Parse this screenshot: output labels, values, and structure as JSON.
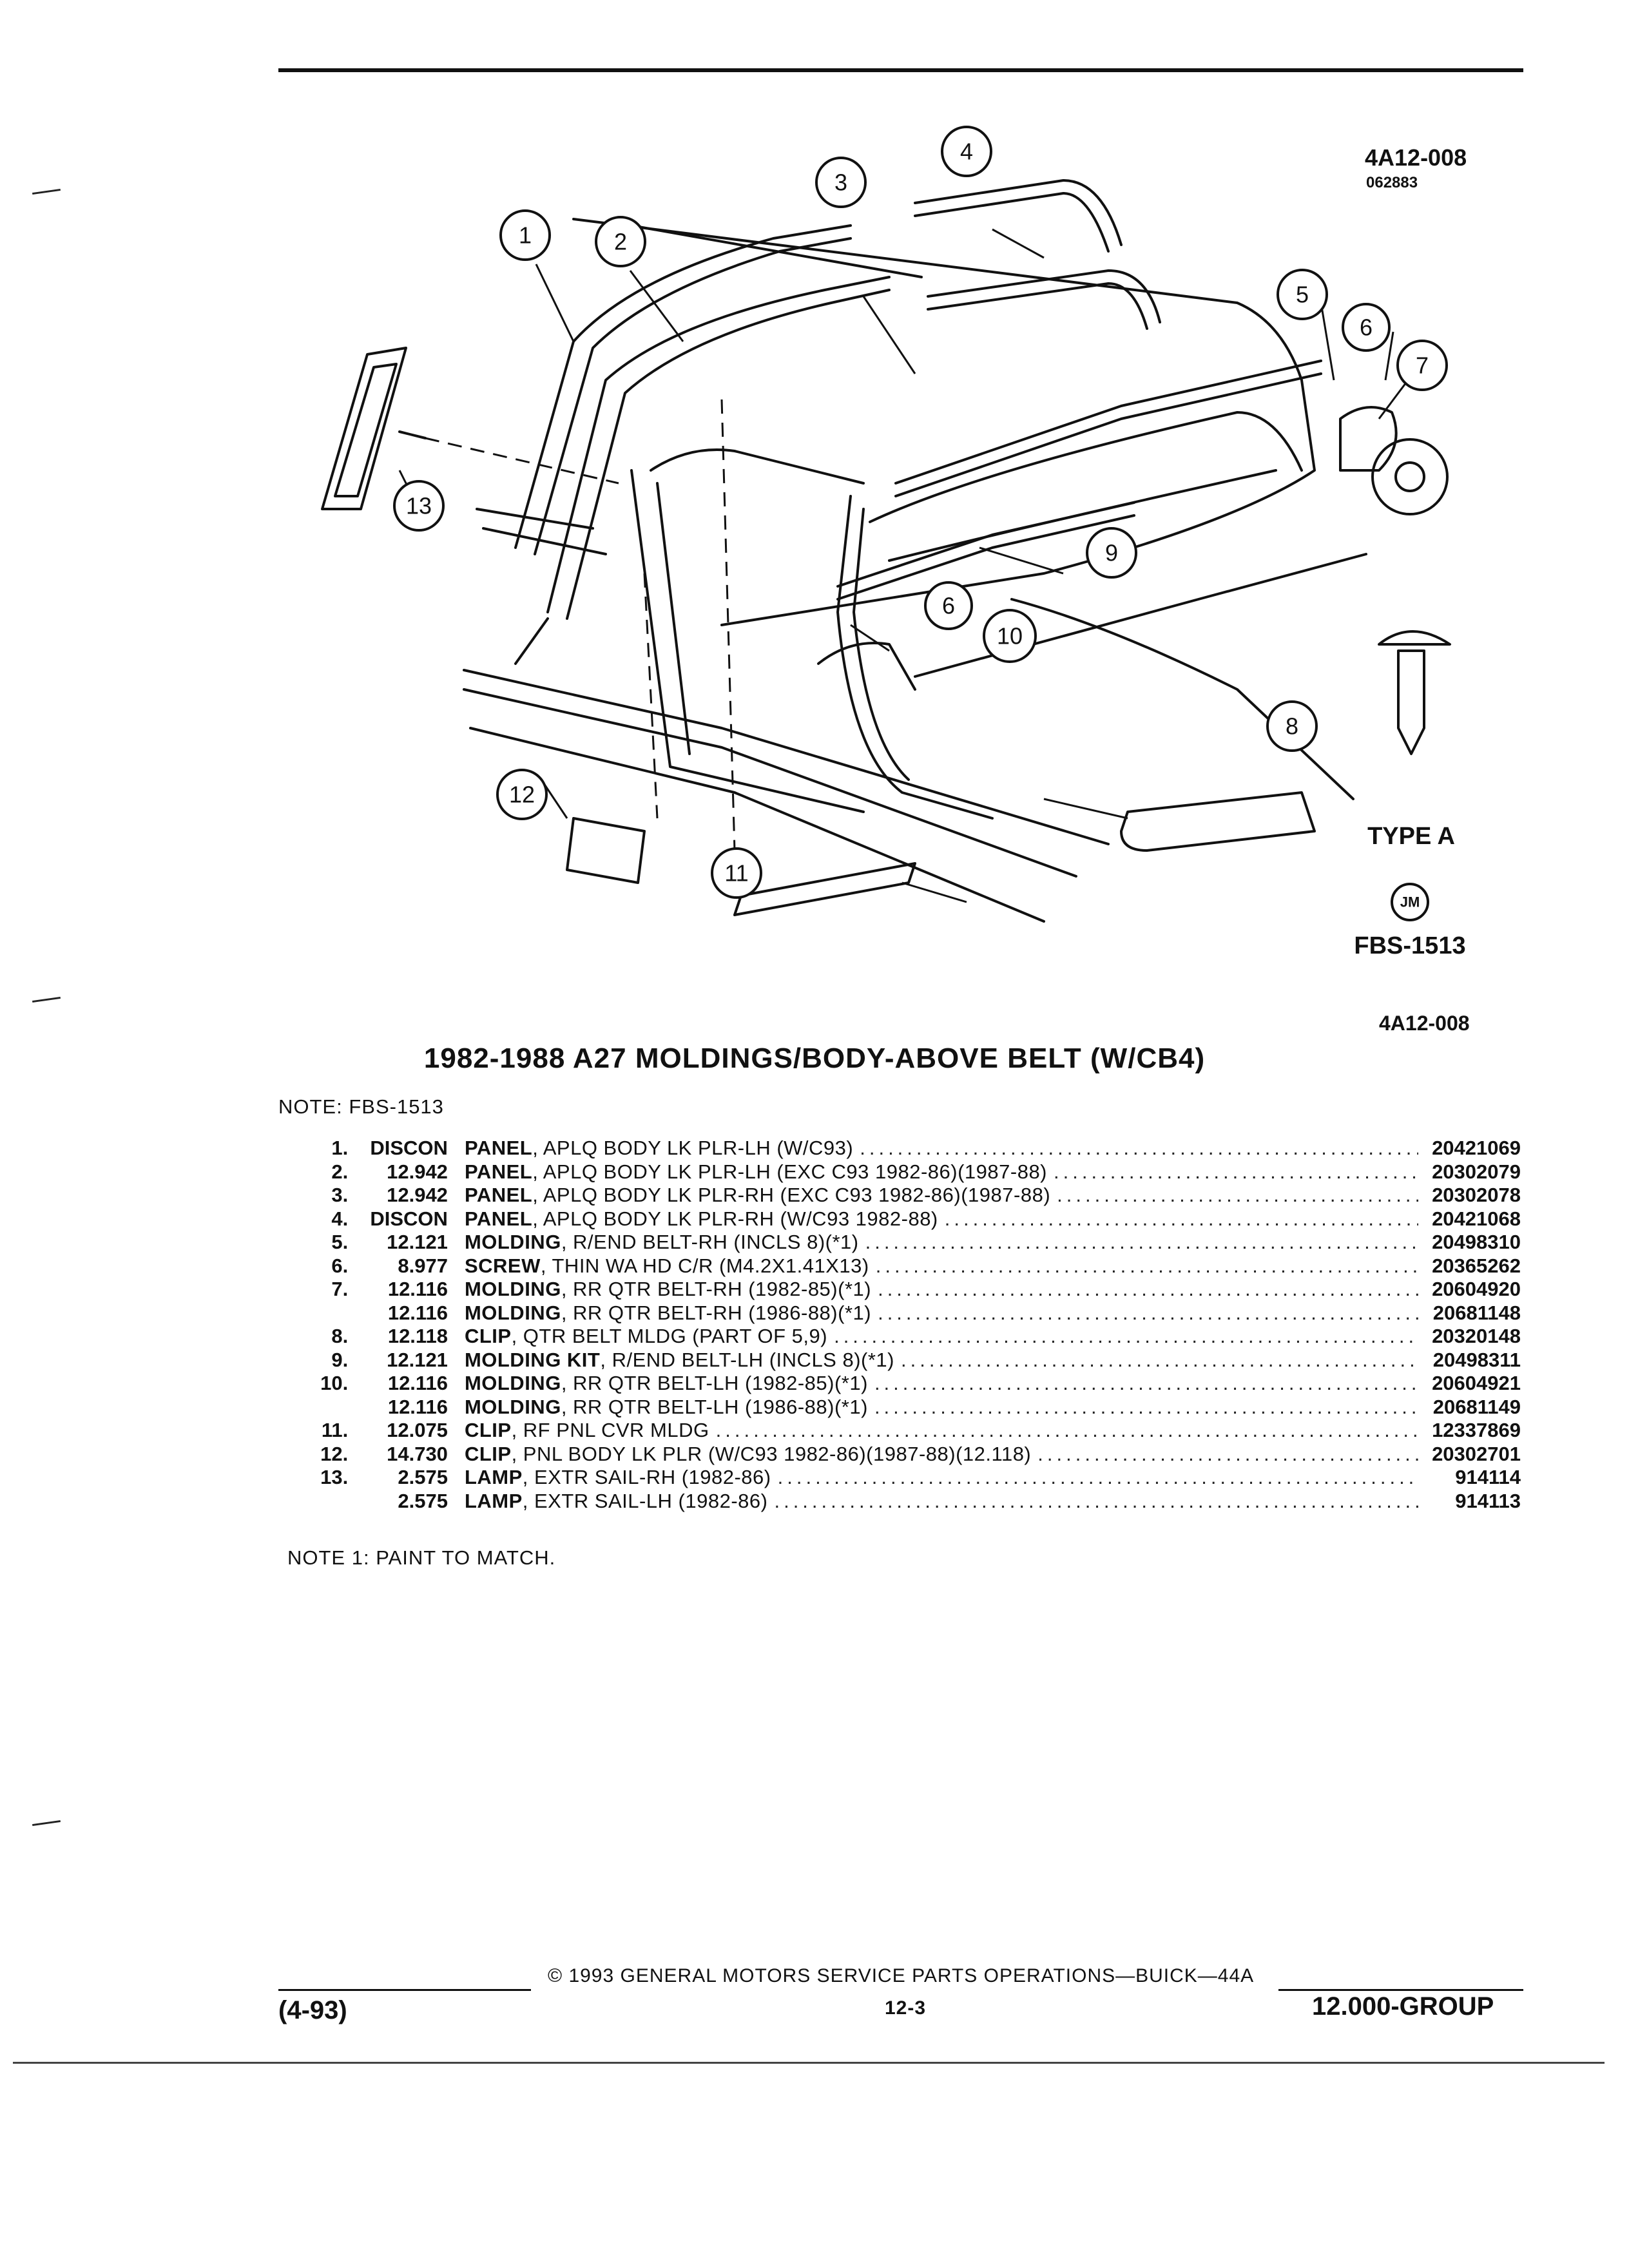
{
  "header": {
    "figure_code": "4A12-008",
    "figure_date": "062883"
  },
  "illustration": {
    "callouts": [
      "1",
      "2",
      "3",
      "4",
      "5",
      "6",
      "7",
      "8",
      "9",
      "6",
      "10",
      "11",
      "12",
      "13"
    ],
    "type_label": "TYPE A",
    "jm_badge": "JM",
    "fbs_code": "FBS-1513",
    "figure_code_bottom": "4A12-008"
  },
  "title": "1982-1988 A27 MOLDINGS/BODY-ABOVE BELT (W/CB4)",
  "note_top": "NOTE: FBS-1513",
  "parts": [
    {
      "item": "1.",
      "group": "DISCON",
      "name": "PANEL",
      "desc": ", APLQ BODY LK PLR-LH (W/C93)",
      "part": "20421069"
    },
    {
      "item": "2.",
      "group": "12.942",
      "name": "PANEL",
      "desc": ", APLQ BODY LK PLR-LH (EXC C93 1982-86)(1987-88)",
      "part": "20302079"
    },
    {
      "item": "3.",
      "group": "12.942",
      "name": "PANEL",
      "desc": ", APLQ BODY LK PLR-RH (EXC C93 1982-86)(1987-88)",
      "part": "20302078"
    },
    {
      "item": "4.",
      "group": "DISCON",
      "name": "PANEL",
      "desc": ", APLQ BODY LK PLR-RH (W/C93 1982-88)",
      "part": "20421068"
    },
    {
      "item": "5.",
      "group": "12.121",
      "name": "MOLDING",
      "desc": ", R/END BELT-RH (INCLS 8)(*1)",
      "part": "20498310"
    },
    {
      "item": "6.",
      "group": "8.977",
      "name": "SCREW",
      "desc": ", THIN WA HD C/R (M4.2X1.41X13)",
      "part": "20365262"
    },
    {
      "item": "7.",
      "group": "12.116",
      "name": "MOLDING",
      "desc": ", RR QTR BELT-RH (1982-85)(*1)",
      "part": "20604920"
    },
    {
      "item": "",
      "group": "12.116",
      "name": "MOLDING",
      "desc": ", RR QTR BELT-RH (1986-88)(*1)",
      "part": "20681148"
    },
    {
      "item": "8.",
      "group": "12.118",
      "name": "CLIP",
      "desc": ", QTR BELT MLDG (PART OF 5,9)",
      "part": "20320148"
    },
    {
      "item": "9.",
      "group": "12.121",
      "name": "MOLDING KIT",
      "desc": ", R/END BELT-LH (INCLS 8)(*1)",
      "part": "20498311"
    },
    {
      "item": "10.",
      "group": "12.116",
      "name": "MOLDING",
      "desc": ", RR QTR BELT-LH (1982-85)(*1)",
      "part": "20604921"
    },
    {
      "item": "",
      "group": "12.116",
      "name": "MOLDING",
      "desc": ", RR QTR BELT-LH (1986-88)(*1)",
      "part": "20681149"
    },
    {
      "item": "11.",
      "group": "12.075",
      "name": "CLIP",
      "desc": ", RF PNL CVR MLDG",
      "part": "12337869"
    },
    {
      "item": "12.",
      "group": "14.730",
      "name": "CLIP",
      "desc": ", PNL BODY LK PLR (W/C93 1982-86)(1987-88)(12.118)",
      "part": "20302701"
    },
    {
      "item": "13.",
      "group": "2.575",
      "name": "LAMP",
      "desc": ", EXTR SAIL-RH (1982-86)",
      "part": "914114"
    },
    {
      "item": "",
      "group": "2.575",
      "name": "LAMP",
      "desc": ", EXTR SAIL-LH (1982-86)",
      "part": "914113"
    }
  ],
  "note_bottom": "NOTE 1: PAINT TO MATCH.",
  "footer": {
    "copyright": "© 1993 GENERAL MOTORS SERVICE PARTS OPERATIONS—BUICK—44A",
    "page": "12-3",
    "revision": "(4-93)",
    "group": "12.000-GROUP"
  }
}
